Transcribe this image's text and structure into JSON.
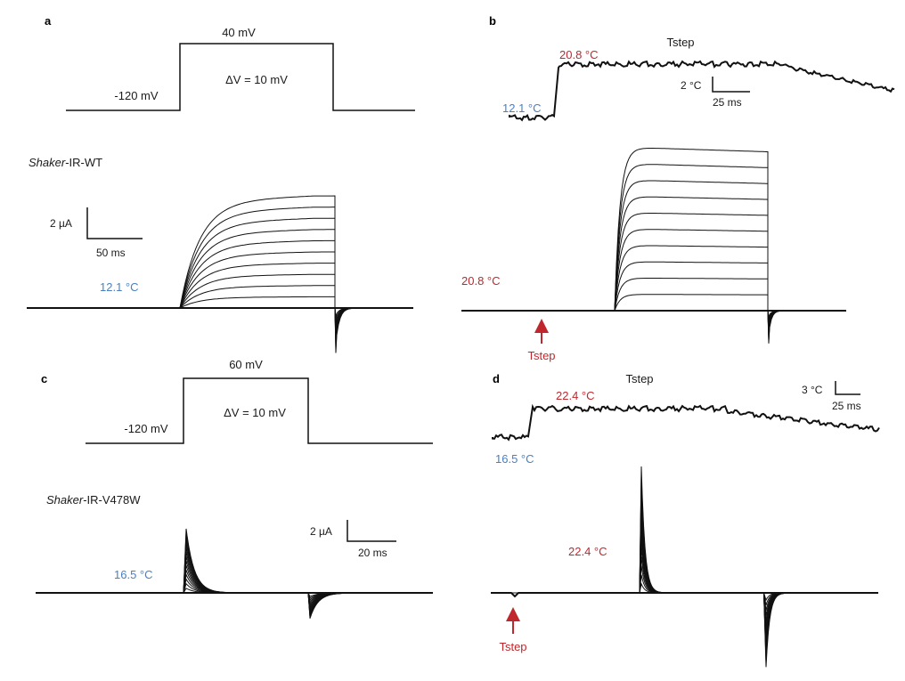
{
  "colors": {
    "cold": "#4a7fc1",
    "hot": "#c0272d",
    "trace": "#111111"
  },
  "panel_a": {
    "label": "a",
    "protocol": {
      "holding": "-120 mV",
      "top": "40 mV",
      "step": "ΔV = 10 mV"
    },
    "construct_italic": "Shaker",
    "construct_rest": "-IR-WT",
    "scale_y": "2 µA",
    "scale_x": "50 ms",
    "temperature": "12.1 °C"
  },
  "panel_b": {
    "label": "b",
    "tstep_title": "Tstep",
    "temp_high": "20.8 °C",
    "temp_low": "12.1 °C",
    "scale_y": "2 °C",
    "scale_x": "25 ms",
    "current_temp": "20.8 °C",
    "arrow_label": "Tstep"
  },
  "panel_c": {
    "label": "c",
    "protocol": {
      "holding": "-120 mV",
      "top": "60 mV",
      "step": "ΔV = 10 mV"
    },
    "construct_italic": "Shaker",
    "construct_rest": "-IR-V478W",
    "scale_y": "2 µA",
    "scale_x": "20 ms",
    "temperature": "16.5 °C"
  },
  "panel_d": {
    "label": "d",
    "tstep_title": "Tstep",
    "temp_high": "22.4 °C",
    "temp_low": "16.5 °C",
    "scale_y": "3 °C",
    "scale_x": "25 ms",
    "current_temp": "22.4 °C",
    "arrow_label": "Tstep"
  }
}
